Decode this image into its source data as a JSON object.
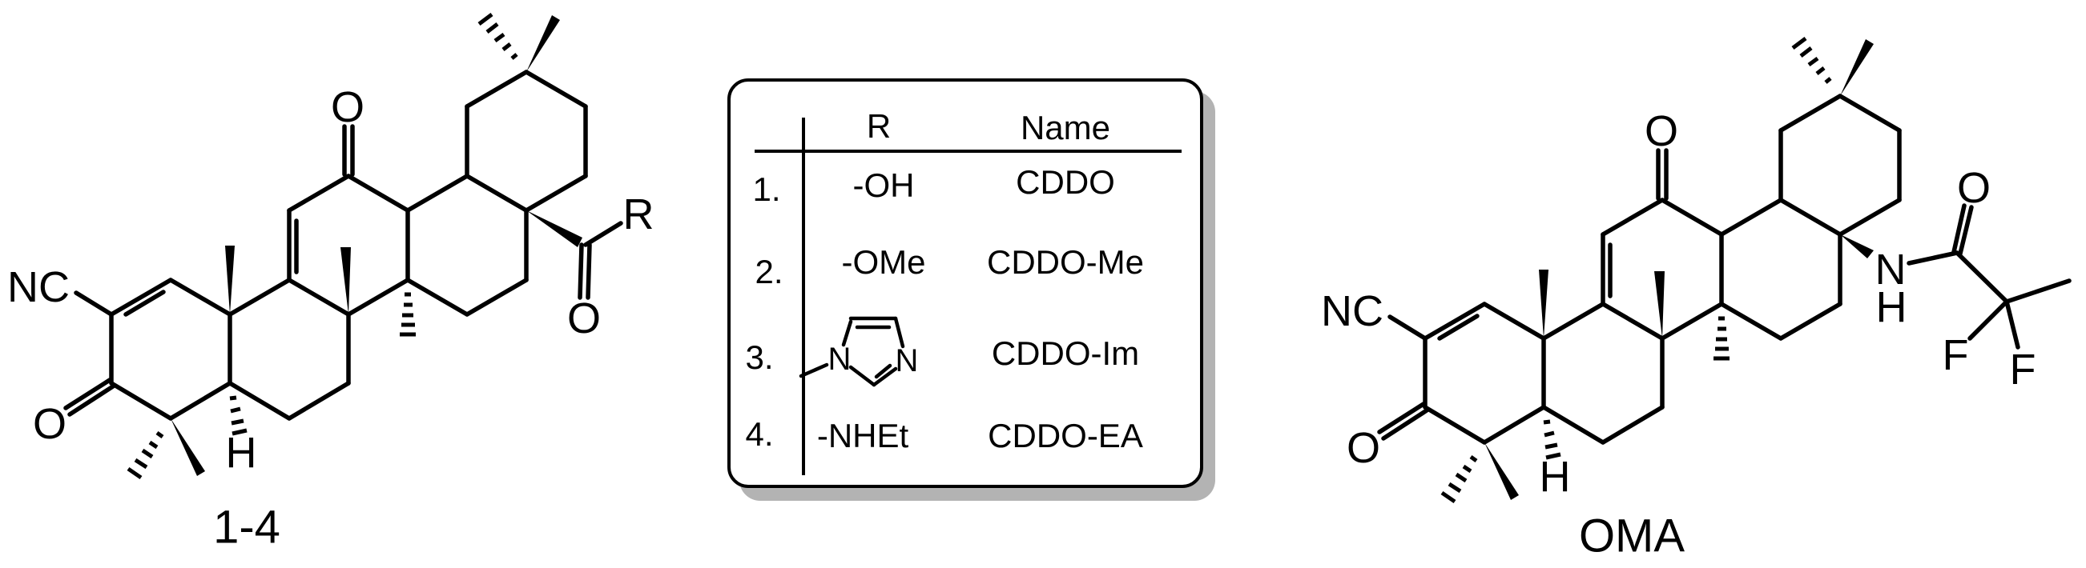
{
  "canvas": {
    "background": "#ffffff",
    "ink": "#000000"
  },
  "left_structure": {
    "label": "1-4",
    "atom_labels": {
      "nitrile": "NC",
      "ring_a_ketone_o": "O",
      "ring_c_ketone_o": "O",
      "ring_junction_h": "H",
      "acyl_o": "O",
      "r_group": "R"
    }
  },
  "substituent_table": {
    "header": {
      "r": "R",
      "name": "Name"
    },
    "rows": [
      {
        "num": "1.",
        "r": "-OH",
        "name": "CDDO"
      },
      {
        "num": "2.",
        "r": "-OMe",
        "name": "CDDO-Me"
      },
      {
        "num": "3.",
        "r_structure": {
          "kind": "1-methylimidazole",
          "n1": "N",
          "n3": "N"
        },
        "name": "CDDO-Im"
      },
      {
        "num": "4.",
        "r": "-NHEt",
        "name": "CDDO-EA"
      }
    ],
    "shadow_color": "#b3b3b3"
  },
  "right_structure": {
    "label": "OMA",
    "atom_labels": {
      "nitrile": "NC",
      "ring_a_ketone_o": "O",
      "ring_c_ketone_o": "O",
      "ring_junction_h": "H",
      "amide_n": "N",
      "amide_h": "H",
      "amide_o": "O",
      "fluoro_1": "F",
      "fluoro_2": "F"
    }
  }
}
